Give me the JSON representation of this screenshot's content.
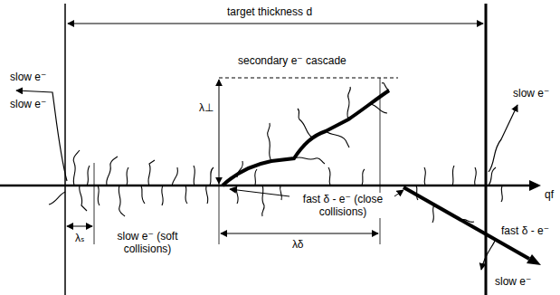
{
  "diagram": {
    "labels": [
      "target thickness d",
      "secondary e⁻ cascade",
      "λ⊥",
      "slow e⁻",
      "slow e⁻",
      "slow e⁻",
      "λₛ",
      "slow e⁻ (soft collisions)",
      "fast δ - e⁻ (close collisions)",
      "λδ",
      "qf",
      "fast δ - e⁻",
      "slow e⁻"
    ]
  }
}
